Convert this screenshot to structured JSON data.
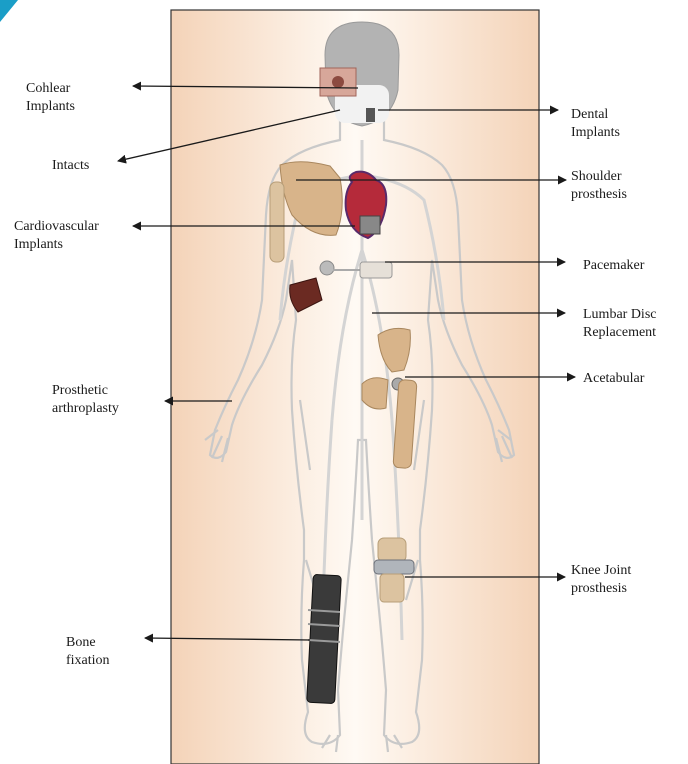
{
  "labels": {
    "cochlear": "Cohlear\nImplants",
    "intacts": "Intacts",
    "cardiovascular": "Cardiovascular\nImplants",
    "prosthetic": "Prosthetic\narthroplasty",
    "bone": "Bone\nfixation",
    "dental": "Dental\nImplants",
    "shoulder": "Shoulder\nprosthesis",
    "pacemaker": "Pacemaker",
    "lumbar": "Lumbar Disc\nReplacement",
    "acetabular": "Acetabular",
    "knee": "Knee Joint\nprosthesis"
  },
  "colors": {
    "panel_edge": "#f6d7be",
    "panel_center": "#fffaf4",
    "body_outline": "#c9c9c9",
    "head": "#9a9a9a",
    "bone": "#d8b48a",
    "heart": "#b52a3a",
    "rod": "#3a3a3a",
    "arrow": "#1a1a1a"
  }
}
